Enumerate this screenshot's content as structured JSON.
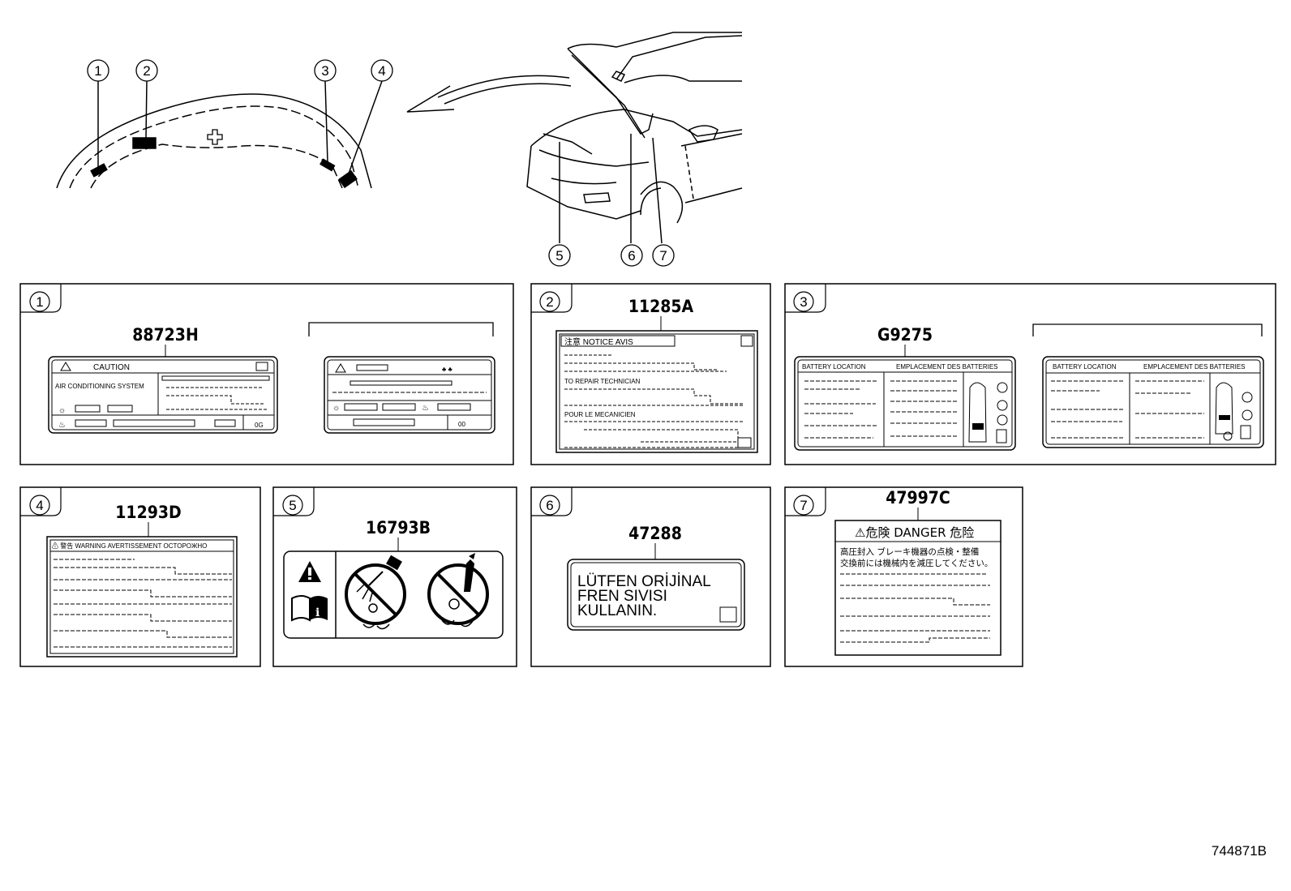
{
  "callouts": [
    "1",
    "2",
    "3",
    "4",
    "5",
    "6",
    "7"
  ],
  "panels": [
    {
      "id": "1",
      "part": "88723H",
      "caution": "CAUTION",
      "system": "AIR CONDITIONING SYSTEM",
      "code_a": "0G",
      "code_b": "00"
    },
    {
      "id": "2",
      "part": "11285A",
      "header": "注意  NOTICE  AVIS",
      "line1": "TO REPAIR TECHNICIAN",
      "line2": "POUR LE MECANICIEN"
    },
    {
      "id": "3",
      "part": "G9275",
      "battery": "BATTERY LOCATION",
      "emplacement": "EMPLACEMENT DES BATTERIES"
    },
    {
      "id": "4",
      "part": "11293D",
      "warning": "⚠ 警告  WARNING  AVERTISSEMENT  OCTOPOЖHO"
    },
    {
      "id": "5",
      "part": "16793B"
    },
    {
      "id": "6",
      "part": "47288",
      "line1": "LÜTFEN  ORİJİNAL",
      "line2": "FREN  SIVISI",
      "line3": "KULLANIN."
    },
    {
      "id": "7",
      "part": "47997C",
      "header": "⚠危険  DANGER  危险",
      "jp1": "高圧封入  ブレーキ機器の点検・整備",
      "jp2": "交換前には機械内を減圧してください。"
    }
  ],
  "reference": "744871B",
  "icons": [
    "warning-triangle-icon",
    "manual-info-icon",
    "no-pressure-wash-icon",
    "no-spray-icon",
    "car-topview-icon",
    "fan-icon"
  ]
}
